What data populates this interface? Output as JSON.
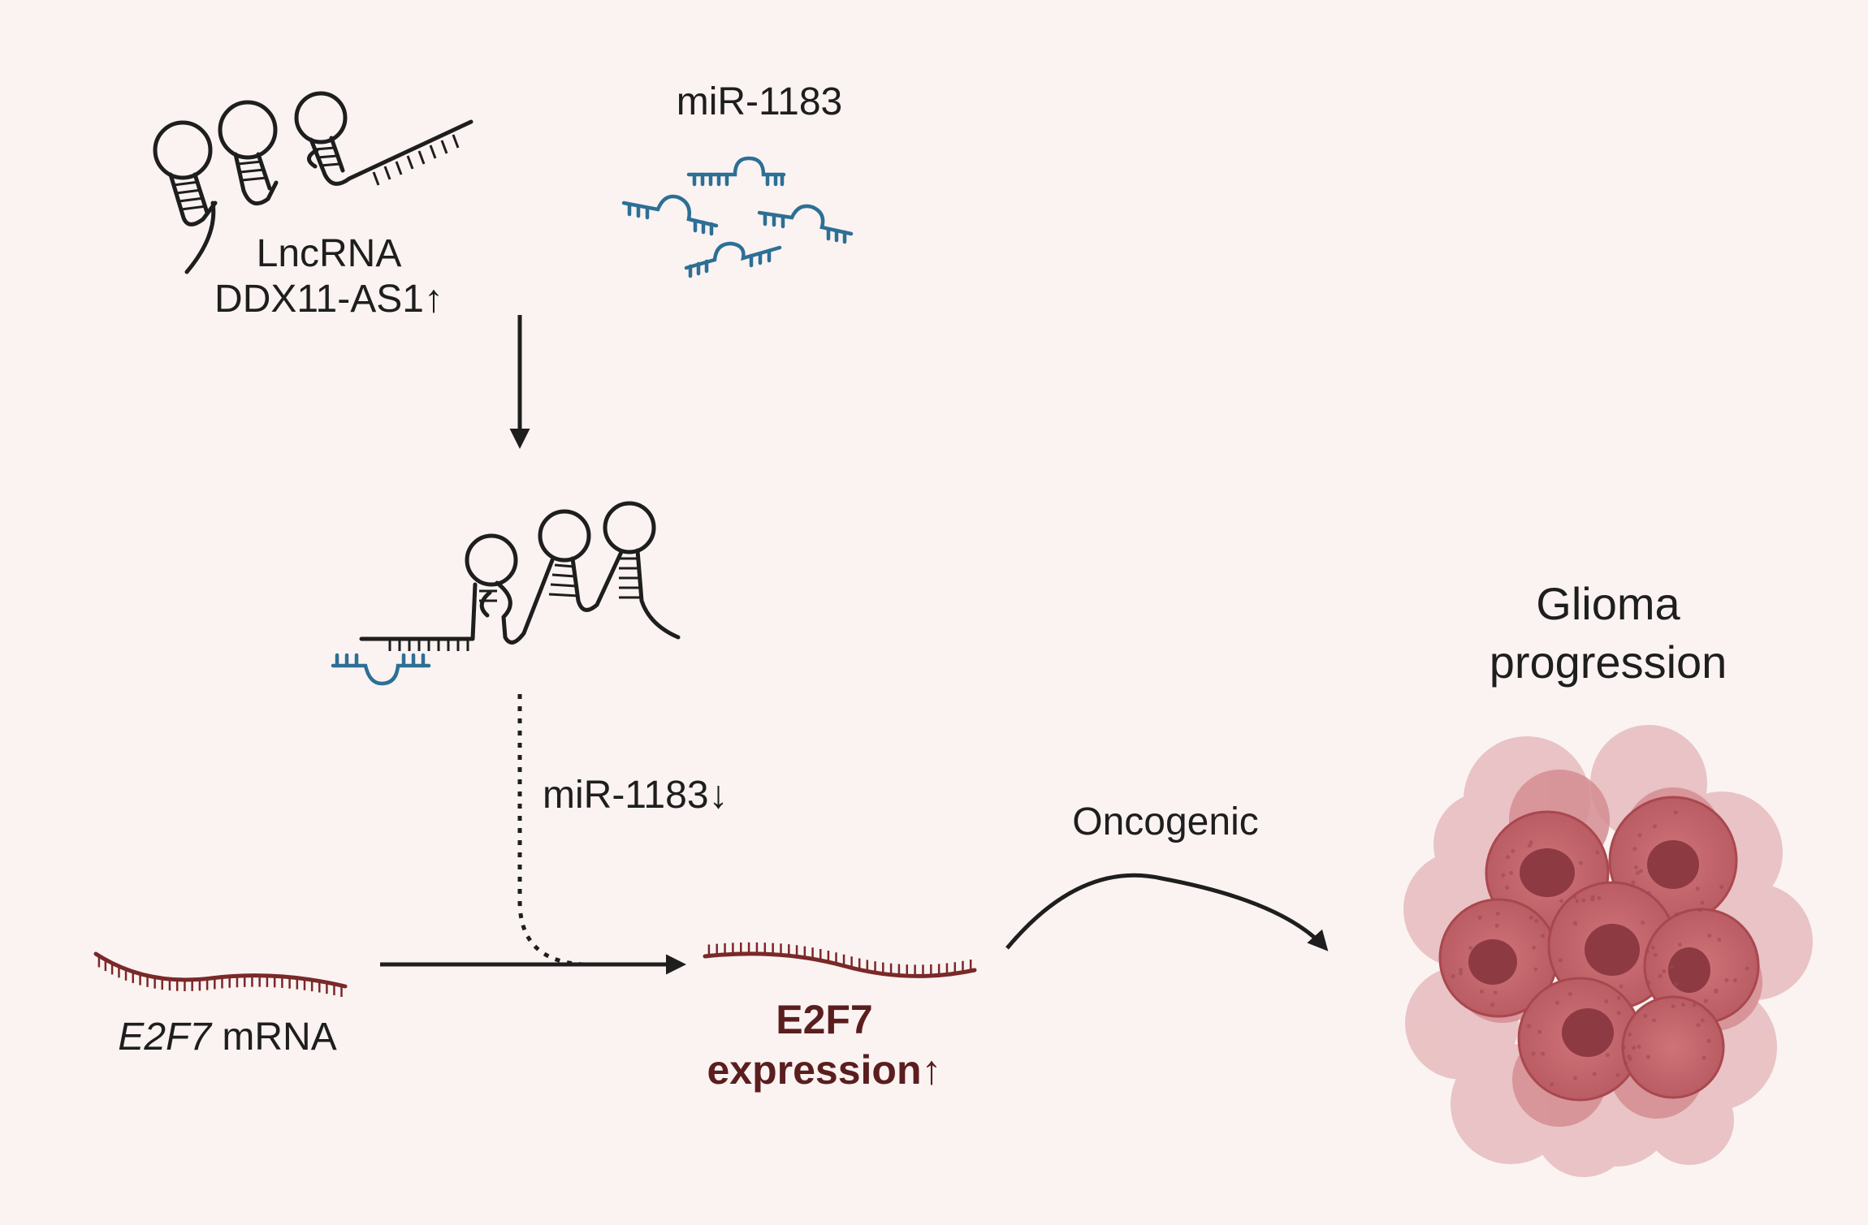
{
  "labels": {
    "lncrna_line1": "LncRNA",
    "lncrna_line2": "DDX11-AS1",
    "lncrna_arrow": "↑",
    "mir_top": "miR-1183",
    "mir_down": "miR-1183",
    "mir_down_arrow": "↓",
    "e2f7_gene": "E2F7",
    "e2f7_mrna": "mRNA",
    "expr_line1": "E2F7",
    "expr_line2": "expression",
    "expr_arrow": "↑",
    "oncogenic": "Oncogenic",
    "glioma_line1": "Glioma",
    "glioma_line2": "progression"
  },
  "colors": {
    "background": "#faf3f2",
    "ink": "#1e1e1e",
    "mirna": "#2d6f95",
    "mrna": "#7a2828",
    "cell_fill": "#c6676d",
    "cell_nucleus": "#8e3a42",
    "cell_halo": "#e4b3b6"
  },
  "icons": [
    "lncrna-hairpin-icon",
    "mirna-icon",
    "mrna-strand-icon",
    "glioma-tumor-icon"
  ]
}
